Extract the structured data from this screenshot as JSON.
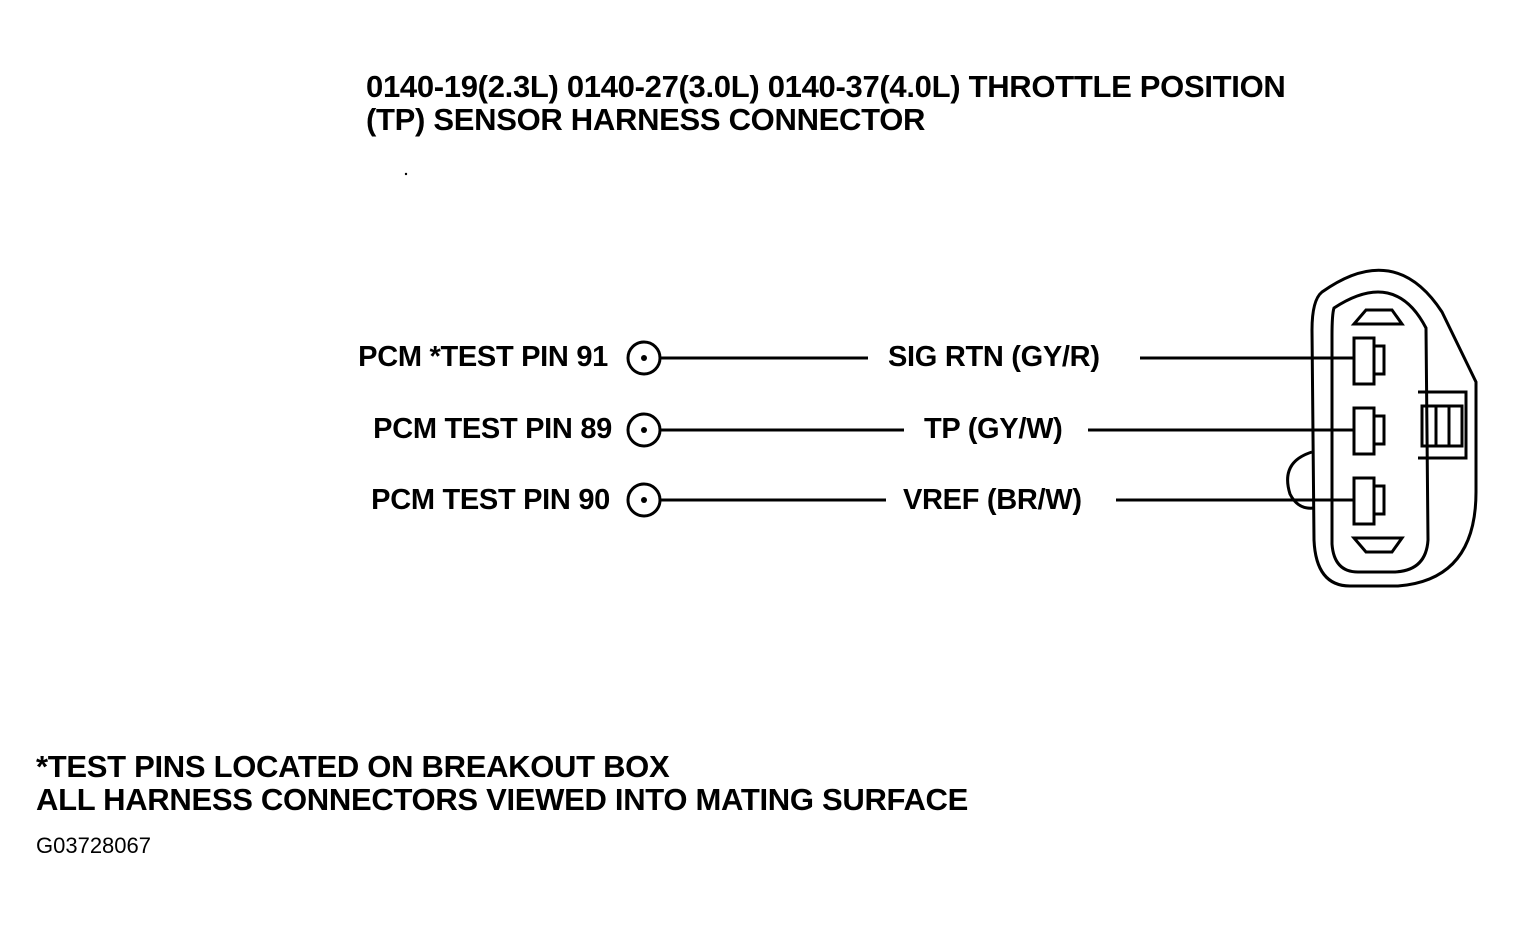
{
  "title": {
    "line1": "0140-19(2.3L) 0140-27(3.0L) 0140-37(4.0L) THROTTLE POSITION",
    "line2": "(TP) SENSOR HARNESS CONNECTOR"
  },
  "pins": [
    {
      "pin_label": "PCM *TEST PIN 91",
      "wire_label": "SIG RTN (GY/R)"
    },
    {
      "pin_label": "PCM TEST PIN 89",
      "wire_label": "TP (GY/W)"
    },
    {
      "pin_label": "PCM TEST PIN 90",
      "wire_label": "VREF (BR/W)"
    }
  ],
  "notes": {
    "line1": "*TEST PINS LOCATED ON BREAKOUT BOX",
    "line2": "ALL HARNESS CONNECTORS VIEWED INTO MATING SURFACE"
  },
  "figure_id": "G03728067"
}
